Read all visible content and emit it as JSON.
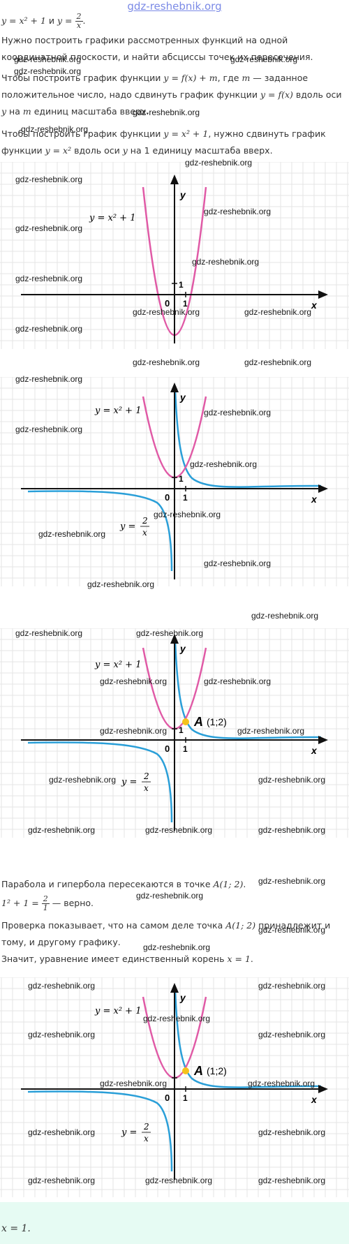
{
  "site_link": "gdz-reshebnik.org",
  "watermark": "gdz-reshebnik.org",
  "intro": {
    "line1_eq1": "y = x² + 1",
    "line1_and": "и",
    "line1_eq2_left": "y =",
    "line1_eq2_num": "2",
    "line1_eq2_den": "x",
    "line1_period": ".",
    "p1": "Нужно построить графики рассмотренных функций на одной координатной плоскости, и найти абсциссы точек их пересечения.",
    "p2_a": "Чтобы построить график функции",
    "p2_f1": "y = f(x) + m",
    "p2_b": ", где",
    "p2_m": "m",
    "p2_c": "— заданное положительное число, надо сдвинуть график функции",
    "p2_f2": "y = f(x)",
    "p2_d": "вдоль оси",
    "p2_y": "y",
    "p2_e": "на",
    "p2_m2": "m",
    "p2_f": "единиц масштаба вверх.",
    "p3_a": "Чтобы построить график функции",
    "p3_f1": "y = x² + 1",
    "p3_b": ", нужно сдвинуть график функции",
    "p3_f2": "y = x²",
    "p3_c": "вдоль оси",
    "p3_y": "y",
    "p3_d": "на 1 единицу масштаба вверх."
  },
  "graph_labels": {
    "parabola": "y = x² + 1",
    "hyperbola_left": "y =",
    "hyperbola_num": "2",
    "hyperbola_den": "x",
    "axis_x": "x",
    "axis_y": "y",
    "origin": "0",
    "tick_x": "1",
    "tick_y": "1",
    "point_name": "A",
    "point_coords": "(1;2)"
  },
  "middle": {
    "s1_a": "Парабола и гипербола пересекаются в точке",
    "s1_point": "A(1; 2)",
    "s1_end": ".",
    "s2_left": "1² + 1 =",
    "s2_num": "2",
    "s2_den": "1",
    "s2_right": "— верно.",
    "s3_a": "Проверка показывает, что на самом деле точка",
    "s3_point": "A(1; 2)",
    "s3_b": "принадлежит и тому, и другому графику.",
    "s4_a": "Значит, уравнение имеет единственный корень",
    "s4_root": "x = 1",
    "s4_end": "."
  },
  "answer": "x = 1.",
  "colors": {
    "parabola": "#e05aa6",
    "hyperbola": "#2a9fd8",
    "point": "#f5c21b",
    "grid": "#e4e4e4",
    "axis": "#111111",
    "answer_bg": "#e6fbf3"
  }
}
